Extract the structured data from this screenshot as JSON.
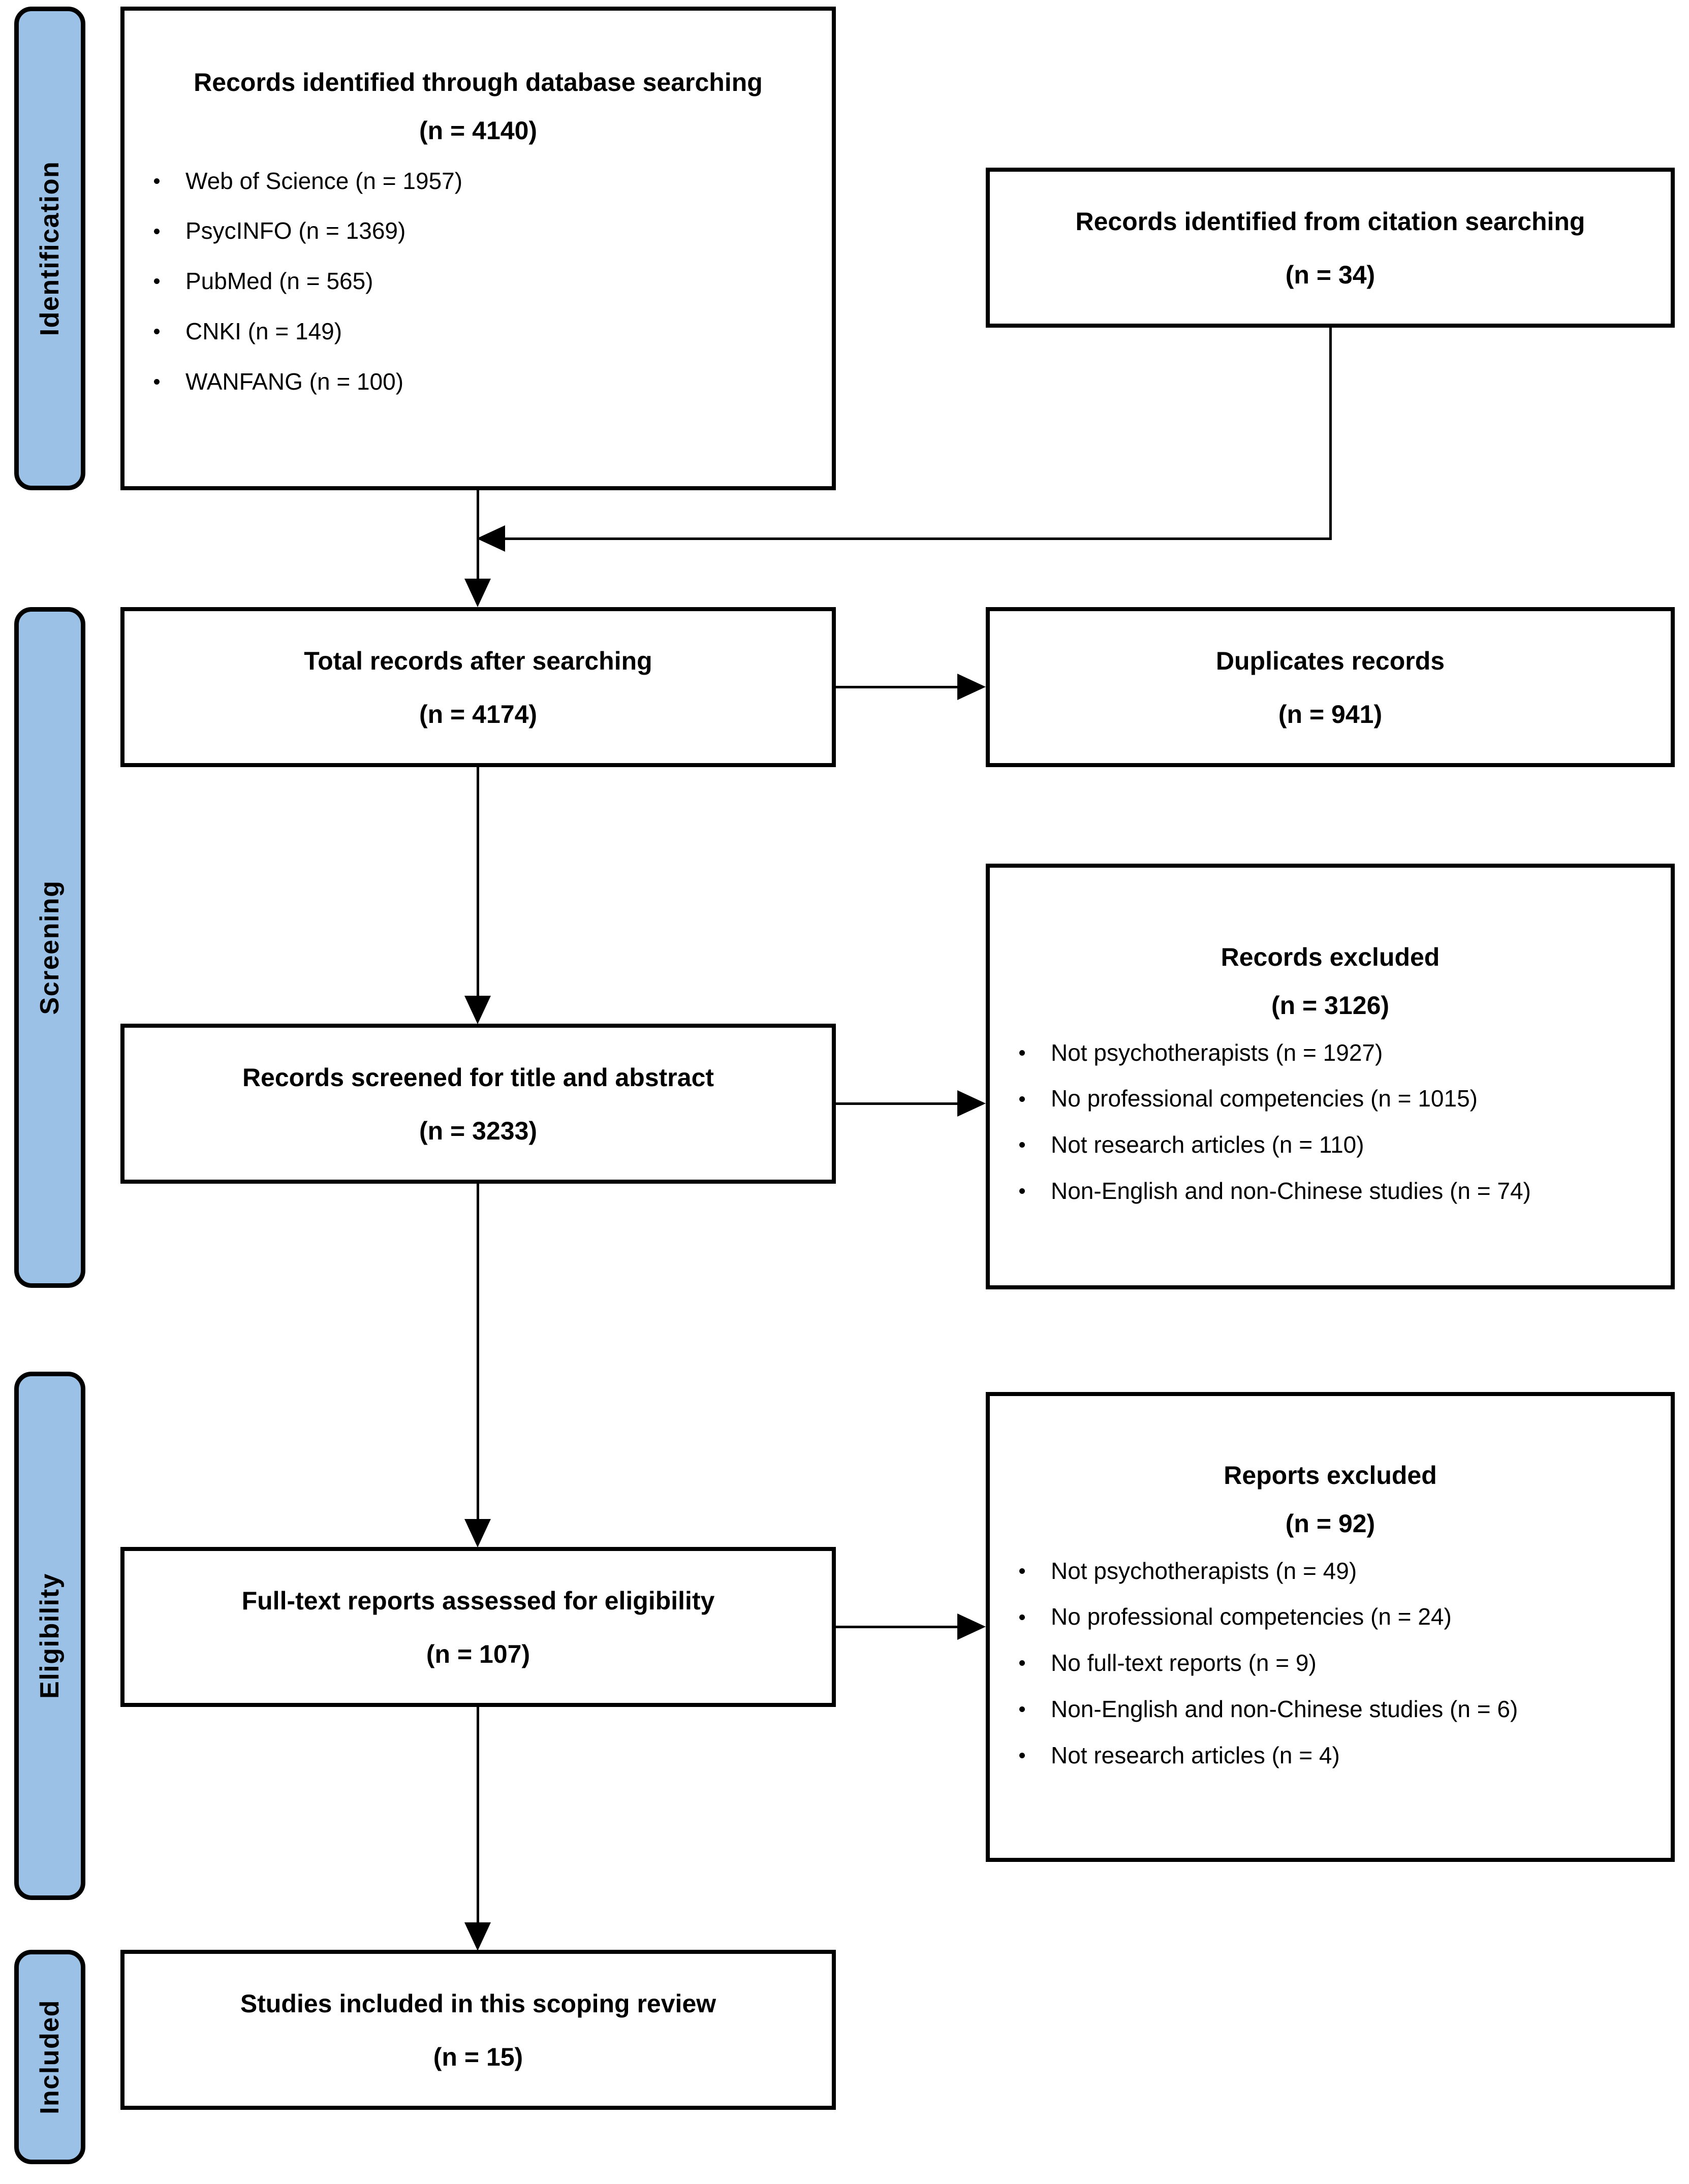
{
  "diagram": {
    "type": "prisma-flow-diagram",
    "phases": [
      {
        "id": "identification",
        "label": "Identification"
      },
      {
        "id": "screening",
        "label": "Screening"
      },
      {
        "id": "eligibility",
        "label": "Eligibility"
      },
      {
        "id": "included",
        "label": "Included"
      }
    ],
    "boxes": {
      "database_search": {
        "title": "Records identified through database searching",
        "count": "(n = 4140)",
        "items": [
          "Web of Science (n = 1957)",
          "PsycINFO (n = 1369)",
          "PubMed (n = 565)",
          "CNKI (n = 149)",
          "WANFANG (n = 100)"
        ]
      },
      "citation_search": {
        "title": "Records identified from citation searching",
        "count": "(n = 34)"
      },
      "total_records": {
        "title": "Total records after searching",
        "count": "(n = 4174)"
      },
      "duplicates": {
        "title": "Duplicates records",
        "count": "(n = 941)"
      },
      "screened": {
        "title": "Records screened for title and abstract",
        "count": "(n = 3233)"
      },
      "records_excluded": {
        "title": "Records excluded",
        "count": "(n = 3126)",
        "items": [
          "Not psychotherapists (n = 1927)",
          "No professional competencies (n = 1015)",
          "Not research articles (n = 110)",
          "Non-English and non-Chinese studies (n = 74)"
        ]
      },
      "full_text": {
        "title": "Full-text reports assessed for eligibility",
        "count": "(n = 107)"
      },
      "reports_excluded": {
        "title": "Reports excluded",
        "count": "(n = 92)",
        "items": [
          "Not psychotherapists (n = 49)",
          "No professional competencies (n = 24)",
          "No full-text reports (n = 9)",
          "Non-English and non-Chinese studies (n = 6)",
          "Not research articles (n = 4)"
        ]
      },
      "included_studies": {
        "title": "Studies included in this scoping review",
        "count": "(n = 15)"
      }
    },
    "colors": {
      "phase_bar_fill": "#9CC1E6",
      "stroke": "#000000",
      "box_fill": "#FFFFFF"
    }
  }
}
